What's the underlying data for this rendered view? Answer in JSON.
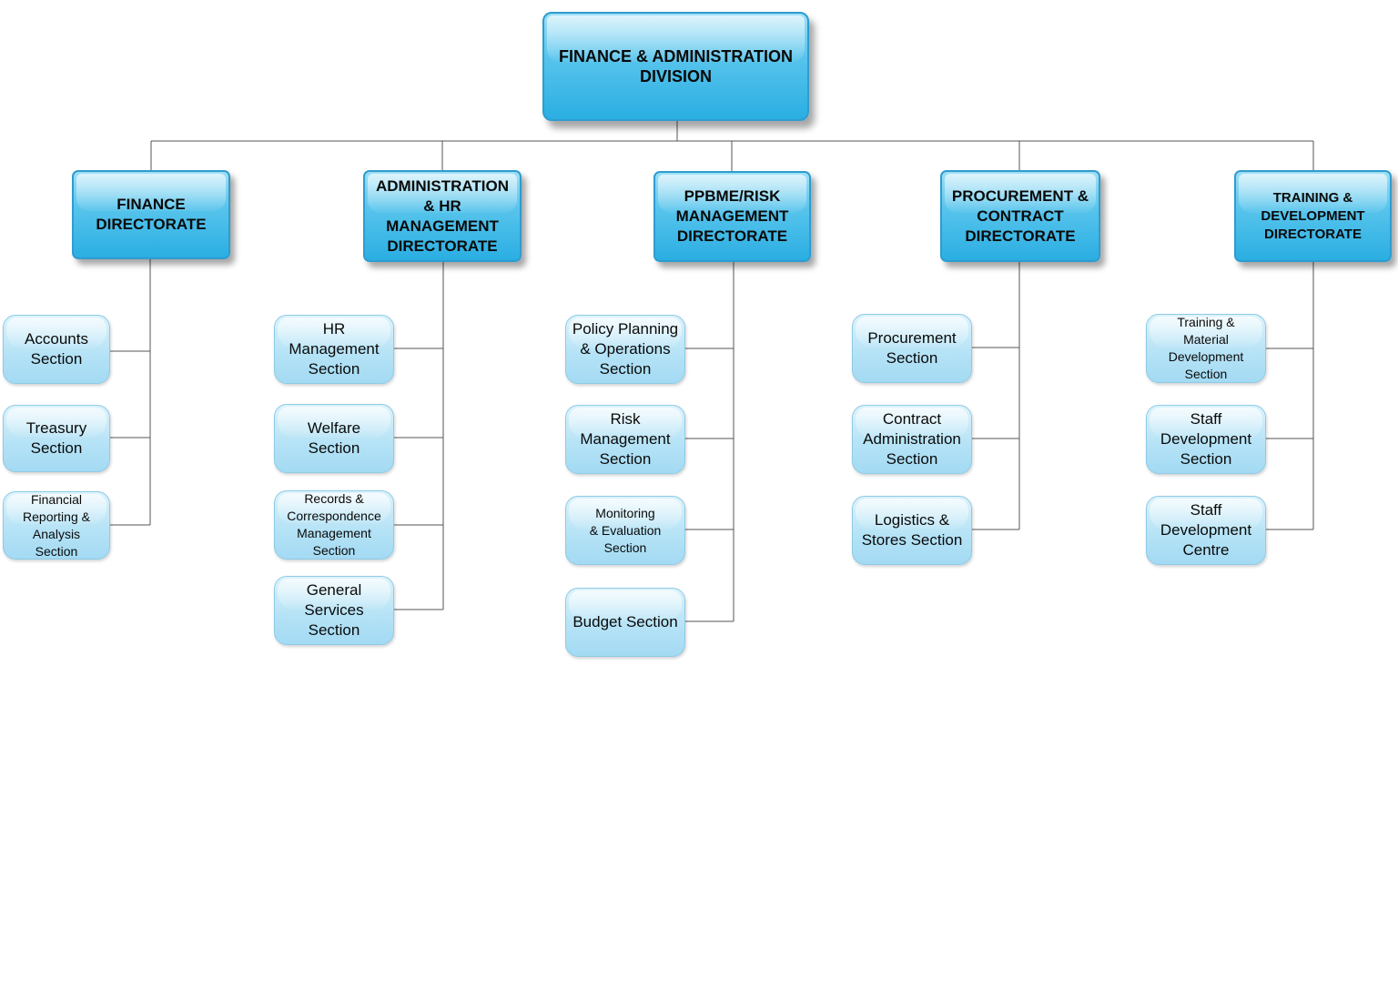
{
  "division": {
    "title": "FINANCE & ADMINISTRATION\nDIVISION"
  },
  "directorates": [
    {
      "title": "FINANCE\nDIRECTORATE",
      "sections": [
        "Accounts\nSection",
        "Treasury\nSection",
        "Financial\nReporting &\nAnalysis\nSection"
      ]
    },
    {
      "title": "ADMINISTRATION\n& HR\nMANAGEMENT\nDIRECTORATE",
      "sections": [
        "HR\nManagement\nSection",
        "Welfare\nSection",
        "Records &\nCorrespondence\nManagement\nSection",
        "General\nServices\nSection"
      ]
    },
    {
      "title": "PPBME/RISK\nMANAGEMENT\nDIRECTORATE",
      "sections": [
        "Policy Planning\n& Operations\nSection",
        "Risk\nManagement\nSection",
        "Monitoring\n& Evaluation\nSection",
        "Budget Section"
      ]
    },
    {
      "title": "PROCUREMENT &\nCONTRACT\nDIRECTORATE",
      "sections": [
        "Procurement\nSection",
        "Contract\nAdministration\nSection",
        "Logistics &\nStores Section"
      ]
    },
    {
      "title": "TRAINING &\nDEVELOPMENT\nDIRECTORATE",
      "sections": [
        "Training &\nMaterial\nDevelopment\nSection",
        "Staff\nDevelopment\nSection",
        "Staff\nDevelopment\nCentre"
      ]
    }
  ],
  "colors": {
    "box_fill": "#2aaee2",
    "box_border": "#2f9ccf",
    "section_fill": "#b6e3f6",
    "section_border": "#8fcbe6",
    "connector": "#555555"
  }
}
